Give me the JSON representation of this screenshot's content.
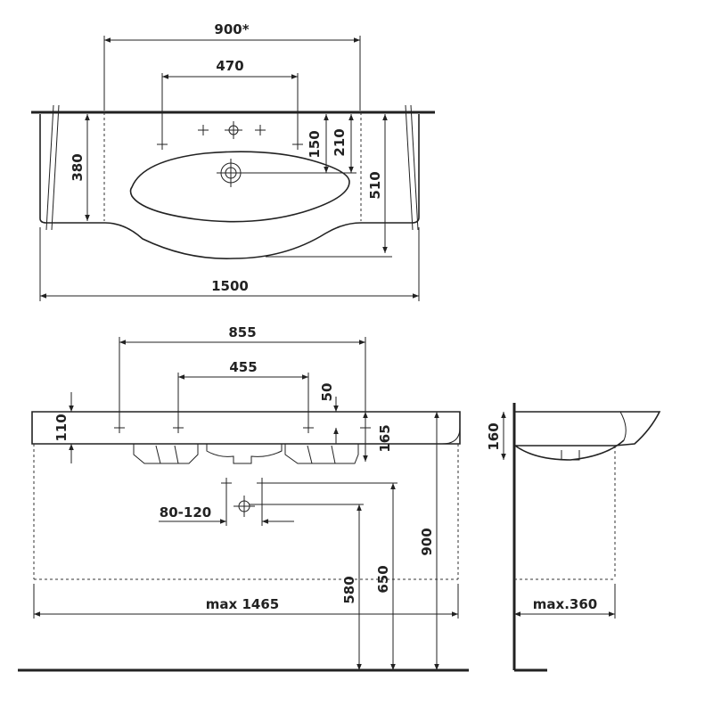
{
  "top_view": {
    "dim_900": "900*",
    "dim_470": "470",
    "dim_380": "380",
    "dim_150": "150",
    "dim_210": "210",
    "dim_510": "510",
    "dim_1500": "1500"
  },
  "front_view": {
    "dim_855": "855",
    "dim_455": "455",
    "dim_50": "50",
    "dim_110": "110",
    "dim_165": "165",
    "dim_80_120": "80-120",
    "dim_900": "900",
    "dim_650": "650",
    "dim_580": "580",
    "dim_max_1465": "max 1465"
  },
  "side_view": {
    "dim_160": "160",
    "dim_max_360": "max.360"
  }
}
